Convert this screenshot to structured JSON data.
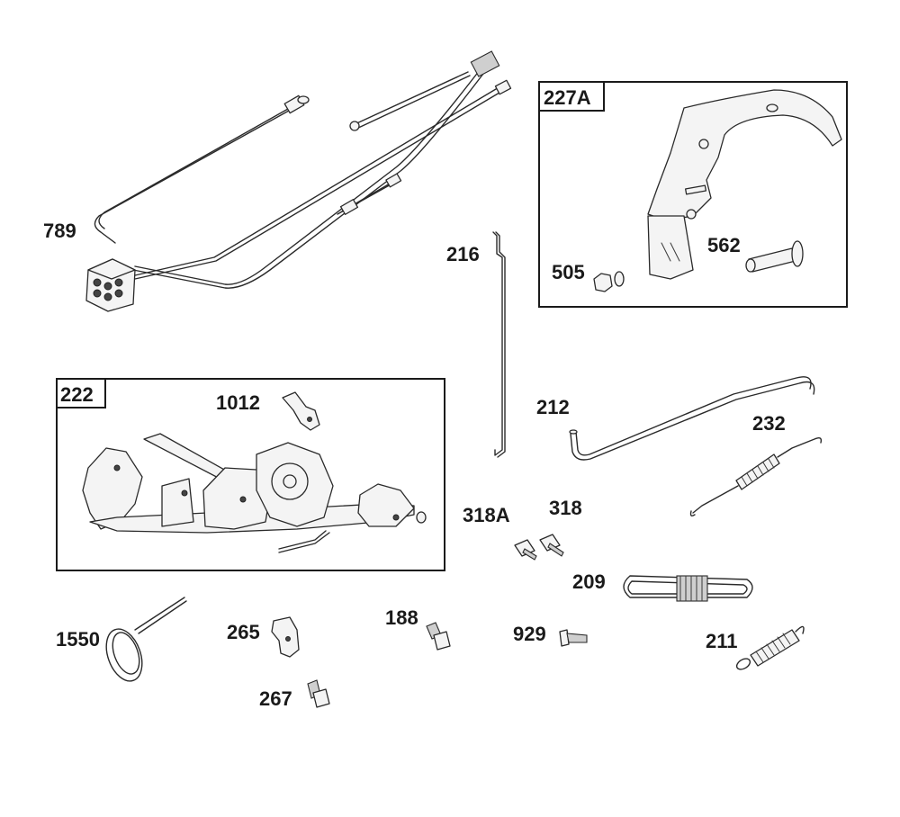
{
  "boxes": {
    "box_222": "222",
    "box_227a": "227A"
  },
  "labels": {
    "p789": "789",
    "p216": "216",
    "p227a_505": "505",
    "p227a_562": "562",
    "p1012": "1012",
    "p212": "212",
    "p232": "232",
    "p318a": "318A",
    "p318": "318",
    "p209": "209",
    "p1550": "1550",
    "p265": "265",
    "p188": "188",
    "p929": "929",
    "p211": "211",
    "p267": "267"
  }
}
